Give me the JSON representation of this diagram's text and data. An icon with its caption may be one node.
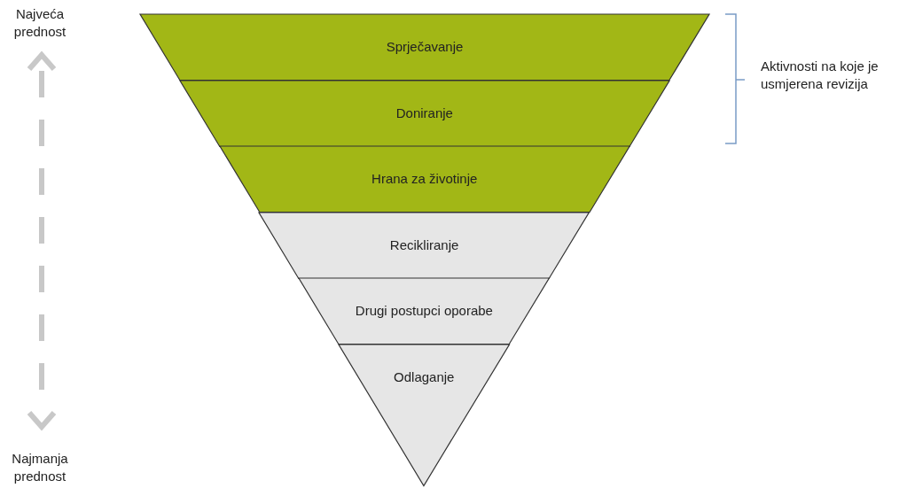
{
  "diagram": {
    "nodes": [
      {
        "text": [
          "Sprječavanje"
        ]
      },
      {
        "text": [
          "Doniranje"
        ]
      },
      {
        "text": [
          "Hrana za životinje"
        ]
      },
      {
        "text": [
          "Recikliranje"
        ]
      },
      {
        "text": [
          "Drugi postupci oporabe"
        ]
      },
      {
        "text": [
          "Odlaganje"
        ]
      }
    ],
    "labels": [
      "Najveća prednost",
      "Aktivnosti na koje je usmjerena revizija",
      "Najmanja prednost"
    ]
  }
}
